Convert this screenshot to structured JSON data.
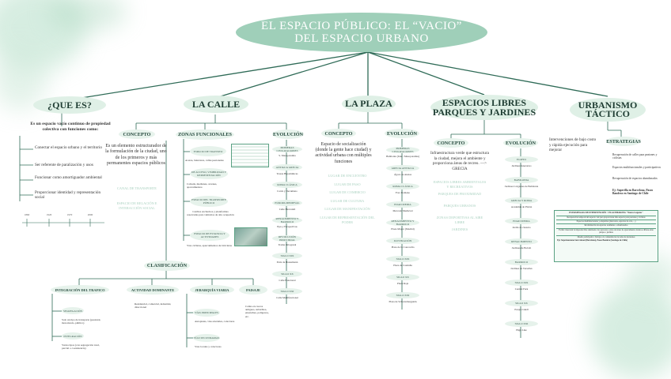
{
  "title": {
    "line1": "EL ESPACIO PÚBLICO:  EL “VACIO”",
    "line2": "DEL ESPACIO URBANO"
  },
  "que_es": {
    "heading": "¿QUE ES?",
    "definition": "Es un espacio vacío continuo de propiedad colectiva con funciones como:",
    "functions": [
      "Conectar el espacio urbano y el territorio",
      "Ser referente de paralización y usos",
      "Funcionar como amortiguador ambiental",
      "Proporcionar identidad y representación social"
    ]
  },
  "la_calle": {
    "heading": "LA CALLE",
    "concepto_label": "CONCEPTO",
    "concepto_text": "Es un elemento estructurador de la formulación de la ciudad, uno de los primeros y más permanentes espacios públicos",
    "concepto_faded": [
      "CANAL DE TRANSPORTE",
      "ESPACIO DE RELACIÓN E INTERACCIÓN SOCIAL"
    ],
    "zonas_label": "ZONAS FUNCIONALES",
    "zonas": [
      {
        "name": "ESPACIO DE TRANSITO",
        "text": "Aceras, bulevares, calles peatonales"
      },
      {
        "name": "DE ACCESO, VISIBILIDAD Y REPRESENTACIÓN",
        "text": "Calzada, medianas, arcenes, aparcamientos"
      },
      {
        "name": "ESPACIO DEL TRANSPORTE PÚBLICO",
        "text": "Carriles exclusivos y plataformas reservadas para vehículos de alta ocupación"
      },
      {
        "name": "ESPACIO DE ESTANCIA Y ACTIVIDADES",
        "text": "Vías ciclistas, aparcamientos de bicicletas"
      }
    ],
    "evolucion_label": "EVOLUCIÓN",
    "evolucion": [
      "PRIMERAS CIVILIZACIONES",
      "S. Mesopotamia",
      "ANTIGUA GRECIA",
      "Trazas Hipodámicas",
      "ROMA CLÁSICA",
      "Cardo y Decumano",
      "EUROPA MEDIEVAL",
      "Calle Mercantil",
      "RENACIMIENTO Y BARROCO",
      "Ejes y Perspectivas",
      "REVOLUCIÓN INDUSTRIAL",
      "Trama Ortogonal",
      "SIGLO XIX",
      "París de Haussmann",
      "SIGLO XX",
      "Calle Funcional",
      "SIGLO XXI",
      "Calle Multifuncional"
    ],
    "clasificacion_label": "CLASIFICACIÓN",
    "clasificacion": [
      {
        "name": "INTEGRACIÓN DEL TRAFICO",
        "items": [
          {
            "name": "SEGREGACIÓN",
            "text": "Solo un tipo de transporte (peatonal, motorizado, público)"
          },
          {
            "name": "INTEGRACIÓN",
            "text": "Varios tipos (con segregación total, parcial o coexistencia)"
          }
        ]
      },
      {
        "name": "ACTIVIDAD DOMINANTE",
        "text": "Residencial, comercial, industrial, direccional"
      },
      {
        "name": "JERARQUÍA VIARIA",
        "items": [
          {
            "name": "VÍAS PRINCIPALES",
            "text": "Autopistas, vías arteriales, colectoras"
          },
          {
            "name": "VÍAS SECUNDARIAS",
            "text": "Vías locales y colectoras"
          }
        ]
      },
      {
        "name": "PAISAJE",
        "text": "Calles en cascos antiguos, suburbios, ensanches, polígonos, etc."
      }
    ]
  },
  "la_plaza": {
    "heading": "LA PLAZA",
    "concepto_label": "CONCEPTO",
    "concepto_text": "Espacio de socialización (donde la gente hace ciudad) y actividad urbana con múltiples funciones",
    "concepto_faded": [
      "LUGAR DE ENCUENTRO",
      "LUGAR DE PASO",
      "LUGAR DE COMERCIO",
      "LUGAR DE CULTURA",
      "LUGAR DE MANIFESTACIÓN",
      "LUGAR DE REPRESENTACIÓN DEL PODER"
    ],
    "evolucion_label": "EVOLUCIÓN",
    "evolucion": [
      "PRIMERAS CIVILIZACIONES",
      "Babilonia (Irak - Mesopotamia)",
      "GRECIA ANTIGUA",
      "Ágora de Atenas",
      "ROMA CLÁSICA",
      "Foro Romano",
      "EDAD MEDIA",
      "Mercado Medieval",
      "RENACIMIENTO Y BARROCO",
      "Plaza Mayor (Madrid)",
      "ILUSTRACIÓN",
      "Plaza de la Concordia",
      "SIGLO XIX",
      "Plaza de Cataluña",
      "SIGLO XX",
      "Plaza Roja",
      "SIGLO XXI",
      "Plaza de Schouwburgplein"
    ]
  },
  "espacios_libres": {
    "heading_line1": "ESPACIOS LIBRES",
    "heading_line2": "PARQUES Y JARDINES",
    "concepto_label": "CONCEPTO",
    "concepto_text": "Infraestructura verde que estructura la ciudad, mejora el ambiente y proporciona áreas de recreo. —> GRECIA",
    "concepto_faded": [
      "ESPACIOS LIBRES AMBIENTALES Y RECREATIVOS",
      "PARQUES DE PROXIMIDAD",
      "PARQUES URBANOS",
      "ZONAS DEPORTIVAS AL AIRE LIBRE",
      "JARDINES"
    ],
    "evolucion_label": "EVOLUCIÓN",
    "evolucion": [
      "EGIPTO",
      "Jardines funerarios",
      "BABILONIA",
      "Jardines Colgantes de Babilonia",
      "GRECIA Y ROMA",
      "Academia de Platón",
      "EDAD MEDIA",
      "Jardín de claustro",
      "RENACIMIENTO",
      "Jardines de Boboli",
      "BARROCO",
      "Jardines de Versalles",
      "SIGLO XIX",
      "Central Park",
      "SIGLO XX",
      "Parque Güell",
      "SIGLO XXI",
      "High Line"
    ]
  },
  "urbanismo_tactico": {
    "heading_line1": "URBANISMO",
    "heading_line2": "TÁCTICO",
    "intro": "Intervenciones de bajo costo y rápida ejecución para mejorar",
    "estrategias_label": "ESTRATEGIAS",
    "estrategias": [
      "Recuperación de calles para peatones y ciclistas",
      "Espacios multifuncionales y participativos",
      "Recuperación de espacios abandonados",
      "Ej: Superilla en Barcelona, Paseo Bandera en Santiago de Chile"
    ],
    "box_title": "ESTRATEGIAS DE INTERVENCIÓN > PLACEMAKING \"Nuevo Lugares\"",
    "box_items": [
      "Recuperación temporal del espacio vial para proporcionar más espacio para peatones y ciclistas",
      "Espacios multifuncionales y adaptables (mercados, espacios de ocio, ...)",
      "Revitalización de espacios residuales o abandonados",
      "Fachal: intervenir la impronta libre destinada a las personas a estas de atraer de aparcamiento donde se difiere entre parque o jardines",
      "Diseño participativo: Incluye a la comunidad en la toma de decisiones"
    ],
    "box_footer": "Ejs: Supermanzana Sant Antoni (Barcelona), Paseo Bandera (Santiago de Chile)"
  },
  "timeline": [
    "1860",
    "1920",
    "1970",
    "2000"
  ],
  "colors": {
    "accent": "#9fcfb9",
    "pill": "#dff0e6",
    "line": "#2f6b57",
    "faded": "#a8d0bf"
  }
}
